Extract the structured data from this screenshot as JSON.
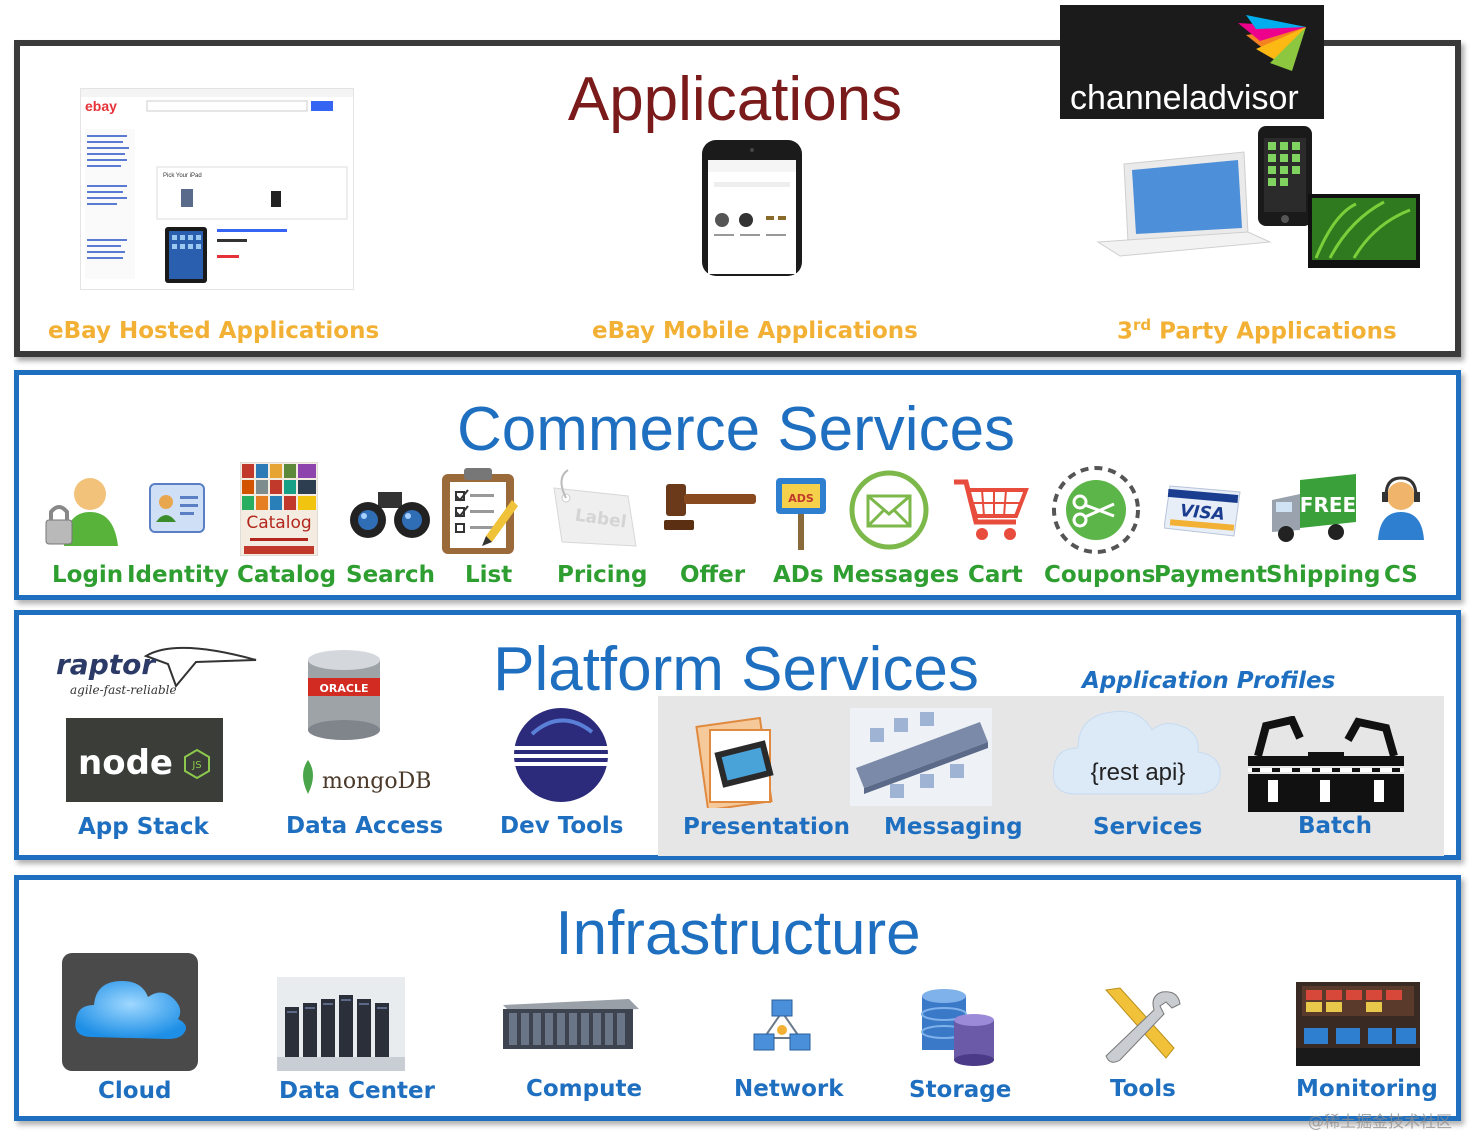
{
  "applications": {
    "title": "Applications",
    "logo_text": "channeladvisor",
    "hosted_label": "eBay Hosted Applications",
    "mobile_label": "eBay Mobile Applications",
    "third_party_prefix": "3",
    "third_party_sup": "rd",
    "third_party_suffix": " Party Applications",
    "ebay_logo": "ebay",
    "ebay_pick": "Pick Your iPad"
  },
  "commerce": {
    "title": "Commerce Services",
    "items": [
      {
        "label": "Login",
        "icon": "user-lock-icon"
      },
      {
        "label": "Identity",
        "icon": "id-card-icon"
      },
      {
        "label": "Catalog",
        "icon": "catalog-book-icon"
      },
      {
        "label": "Search",
        "icon": "binoculars-icon"
      },
      {
        "label": "List",
        "icon": "clipboard-checklist-icon"
      },
      {
        "label": "Pricing",
        "icon": "price-label-icon"
      },
      {
        "label": "Offer",
        "icon": "gavel-icon"
      },
      {
        "label": "ADs",
        "icon": "ads-sign-icon"
      },
      {
        "label": "Messages",
        "icon": "envelope-icon"
      },
      {
        "label": "Cart",
        "icon": "shopping-cart-icon"
      },
      {
        "label": "Coupons",
        "icon": "coupon-scissors-icon"
      },
      {
        "label": "Payment",
        "icon": "visa-card-icon"
      },
      {
        "label": "Shipping",
        "icon": "free-truck-icon"
      },
      {
        "label": "CS",
        "icon": "headset-agent-icon"
      }
    ],
    "catalog_word": "Catalog",
    "label_word": "Label",
    "ads_word": "ADS",
    "visa_word": "VISA",
    "free_word": "FREE"
  },
  "platform": {
    "title": "Platform Services",
    "profiles_title": "Application Profiles",
    "raptor_word": "raptor",
    "raptor_tagline": "agile-fast-reliable",
    "node_word": "node",
    "node_js": "JS",
    "oracle_word": "ORACLE",
    "mongo_word": "mongoDB",
    "rest_api": "{rest api}",
    "items": [
      {
        "label": "App Stack"
      },
      {
        "label": "Data Access"
      },
      {
        "label": "Dev Tools"
      },
      {
        "label": "Presentation"
      },
      {
        "label": "Messaging"
      },
      {
        "label": "Services"
      },
      {
        "label": "Batch"
      }
    ]
  },
  "infrastructure": {
    "title": "Infrastructure",
    "items": [
      {
        "label": "Cloud",
        "icon": "cloud-icon"
      },
      {
        "label": "Data Center",
        "icon": "server-racks-icon"
      },
      {
        "label": "Compute",
        "icon": "blade-server-icon"
      },
      {
        "label": "Network",
        "icon": "network-nodes-icon"
      },
      {
        "label": "Storage",
        "icon": "database-stack-icon"
      },
      {
        "label": "Tools",
        "icon": "wrench-screwdriver-icon"
      },
      {
        "label": "Monitoring",
        "icon": "monitoring-room-icon"
      }
    ]
  },
  "watermark": "@稀土掘金技术社区",
  "colors": {
    "dark_border": "#3a3a3a",
    "blue": "#1f6fc0",
    "applications_title": "#7a1a1a",
    "gold": "#f2b134",
    "green": "#2e9e31"
  }
}
